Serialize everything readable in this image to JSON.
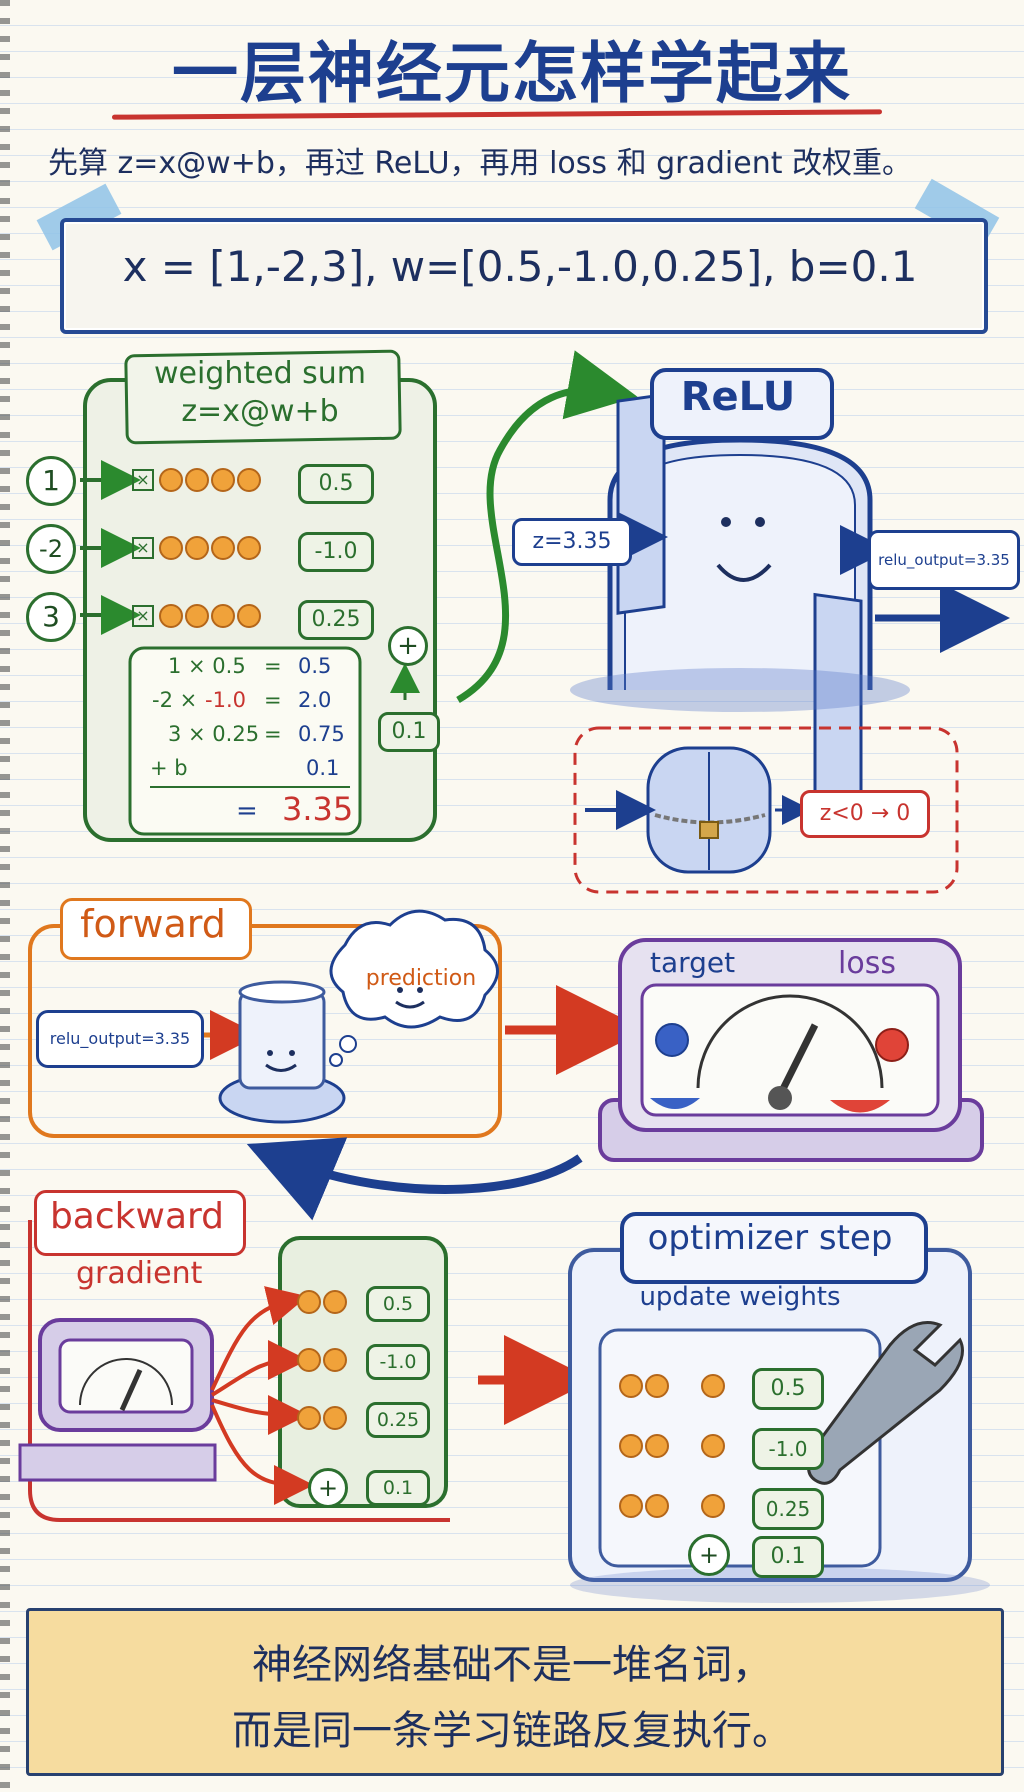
{
  "title": "一层神经元怎样学起来",
  "subtitle": "先算 z=x@w+b，再过 ReLU，再用 loss 和 gradient 改权重。",
  "banner": "x = [1,-2,3],   w=[0.5,-1.0,0.25],   b=0.1",
  "weighted_sum": {
    "label": "weighted sum",
    "formula": "z=x@w+b",
    "inputs": [
      "1",
      "-2",
      "3"
    ],
    "weights": [
      "0.5",
      "-1.0",
      "0.25"
    ],
    "bias": "0.1",
    "plus": "+",
    "times": "×",
    "calc": [
      {
        "a": "1 × 0.5",
        "eq": "=",
        "v": "0.5"
      },
      {
        "a": "-2 ×",
        "b": "-1.0",
        "eq": "=",
        "v": "2.0"
      },
      {
        "a": "3 × 0.25",
        "eq": "=",
        "v": "0.75"
      },
      {
        "a": "+ b",
        "eq": "",
        "v": "0.1"
      }
    ],
    "result_eq": "=",
    "result": "3.35"
  },
  "relu": {
    "label": "ReLU",
    "input": "z=3.35",
    "output": "relu_output=3.35",
    "negative": "z<0 → 0"
  },
  "forward": {
    "label": "forward",
    "input": "relu_output=3.35",
    "cloud": "prediction"
  },
  "loss_panel": {
    "target": "target",
    "loss": "loss"
  },
  "backward": {
    "label": "backward",
    "gradient": "gradient",
    "weights": [
      "0.5",
      "-1.0",
      "0.25"
    ],
    "bias": "0.1",
    "plus": "+"
  },
  "optimizer": {
    "label": "optimizer step",
    "sub": "update weights",
    "weights": [
      "0.5",
      "-1.0",
      "0.25"
    ],
    "bias": "0.1",
    "plus": "+"
  },
  "footer": {
    "line1": "神经网络基础不是一堆名词，",
    "line2": "而是同一条学习链路反复执行。"
  },
  "colors": {
    "blue": "#1d3f8f",
    "green": "#2b6f2e",
    "orange": "#d05a16",
    "purple": "#6a3c9c",
    "red": "#c8342f"
  }
}
